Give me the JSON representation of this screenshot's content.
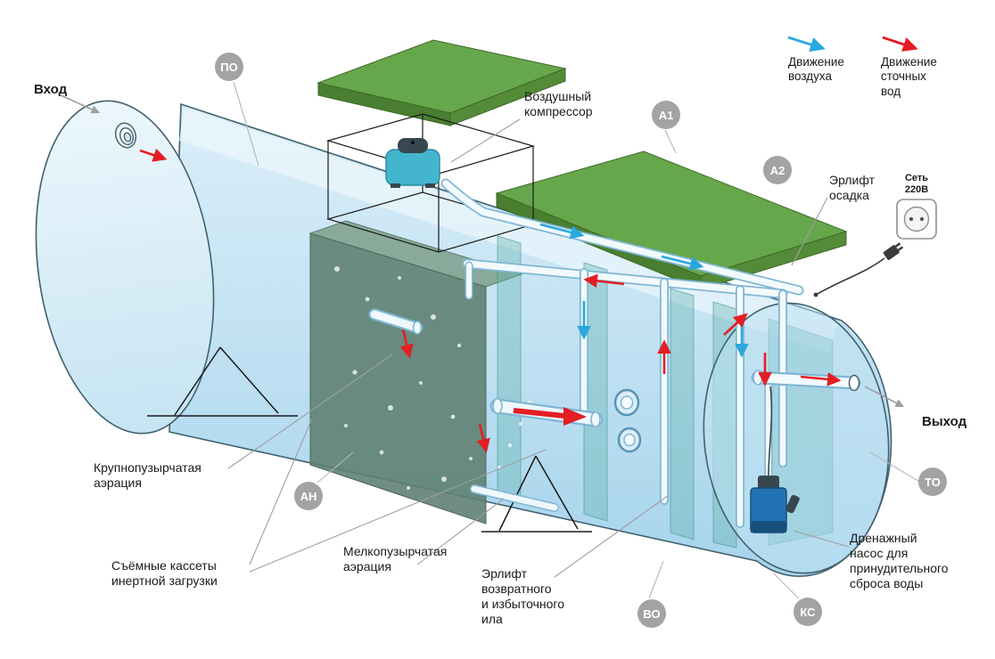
{
  "legend": {
    "air_label": "Движение\nвоздуха",
    "air_color": "#29a8df",
    "sewage_label": "Движение\nсточных\nвод",
    "sewage_color": "#e31e24"
  },
  "labels": {
    "inlet": "Вход",
    "outlet": "Выход",
    "air_compressor": "Воздушный\nкомпрессор",
    "sludge_airlift": "Эрлифт\nосадка",
    "power_supply": "Сеть\n220В",
    "coarse_aeration": "Крупнопузырчатая\nаэрация",
    "inert_cassettes": "Съёмные кассеты\nинертной загрузки",
    "fine_aeration": "Мелкопузырчатая\nаэрация",
    "return_sludge_airlift": "Эрлифт\nвозвратного\nи избыточного\nила",
    "drain_pump": "Дренажный\nнасос для\nпринудительного\nсброса воды"
  },
  "badges": [
    {
      "label": "ПО"
    },
    {
      "label": "А1"
    },
    {
      "label": "А2"
    },
    {
      "label": "АН"
    },
    {
      "label": "ТО"
    },
    {
      "label": "ВО"
    },
    {
      "label": "КС"
    }
  ],
  "colors": {
    "tank_water": "#a6d4ec",
    "lid_green": "#67a74b",
    "compressor_teal": "#43b5cd",
    "pump_blue": "#2272b4",
    "badge_gray": "#a3a3a2",
    "air_arrow": "#29a8df",
    "sewage_arrow": "#e31e24"
  }
}
